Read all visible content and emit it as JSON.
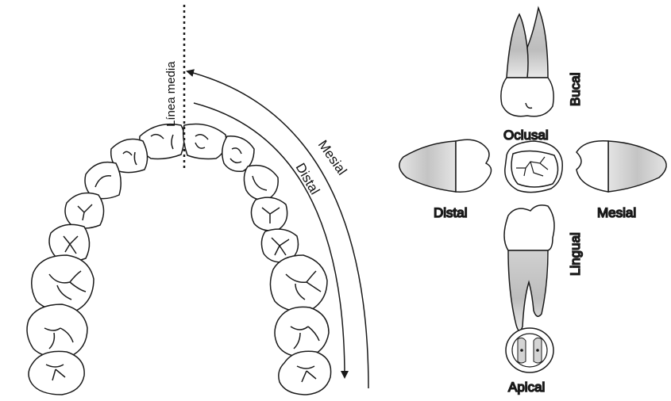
{
  "labels": {
    "linea_media": "Línea media",
    "mesial_arrow": "Mesial",
    "distal_arrow": "Distal",
    "bucal": "Bucal",
    "oclusal": "Oclusal",
    "distal": "Distal",
    "mesial": "Mesial",
    "lingual": "Lingual",
    "apical": "Apical"
  },
  "colors": {
    "stroke": "#1a1a1a",
    "root_shade": "#c8c8c8",
    "background": "#ffffff"
  }
}
